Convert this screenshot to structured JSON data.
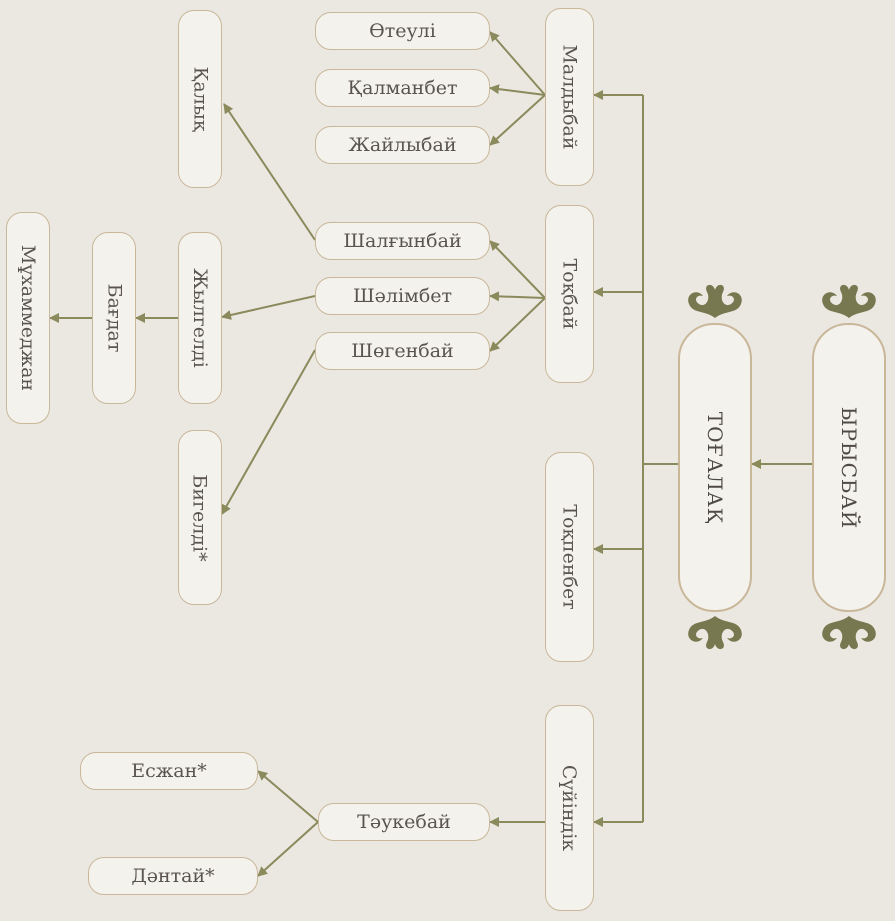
{
  "colors": {
    "background": "#ebe8e1",
    "node_fill": "#f4f2ed",
    "node_border": "#c9b79a",
    "connector": "#8a8a5c",
    "ornament": "#77784f",
    "text": "#5a5450"
  },
  "nodes": {
    "irysbai": "ЫРЫСБАЙ",
    "togalak": "ТОҒАЛАҚ",
    "maldybai": "Малдыбай",
    "togbai": "Тоқбай",
    "tokpenbet": "Тоқпенбет",
    "suiindik": "Сүйіндік",
    "oteuli": "Өтеулі",
    "kalmanbet": "Қалманбет",
    "zhailybai": "Жайлыбай",
    "shalgynbai": "Шалғынбай",
    "shalimbet": "Шәлімбет",
    "shogenbai": "Шөгенбай",
    "kalyk": "Қалық",
    "zhylgeldi": "Жылгелді",
    "bigeldi": "Бигелді*",
    "bagdat": "Бағдат",
    "mukhammedzhan": "Мұхаммеджан",
    "taukebai": "Тәукебай",
    "eszhan": "Есжан*",
    "dantai": "Дәнтай*"
  }
}
